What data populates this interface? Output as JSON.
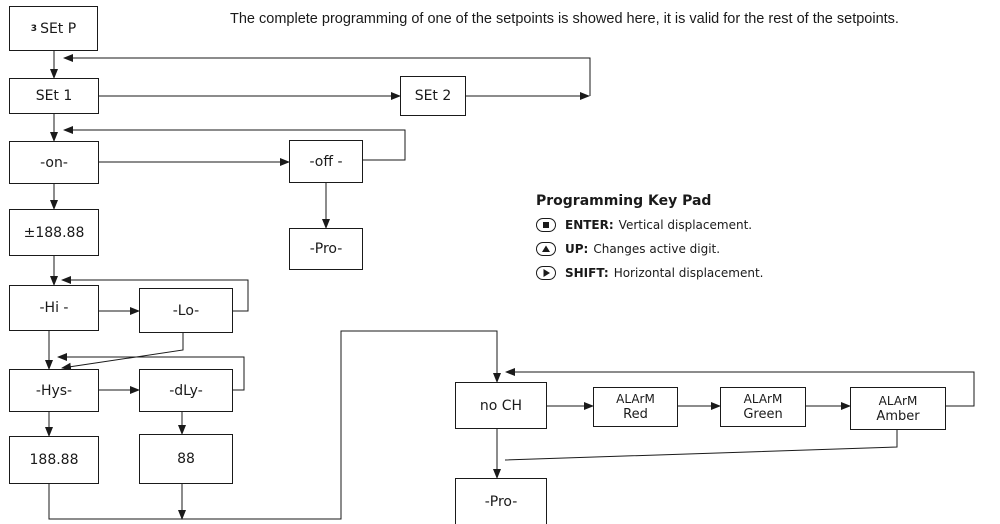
{
  "note": "The complete programming of one of the setpoints is showed here, it is valid for the rest of the setpoints.",
  "boxes": {
    "set_p": {
      "num": "3",
      "label": "SEt P"
    },
    "set1": "SEt 1",
    "set2": "SEt 2",
    "on": "-on-",
    "off": "-off -",
    "pro_off": "-Pro-",
    "value": "±188.88",
    "hi": "-Hi -",
    "lo": "-Lo-",
    "hys": "-Hys-",
    "dly": "-dLy-",
    "hys_value": "188.88",
    "dly_value": "88",
    "no_ch": "no CH",
    "alarm_red": {
      "top": "ALArM",
      "bottom": "Red"
    },
    "alarm_green": {
      "top": "ALArM",
      "bottom": "Green"
    },
    "alarm_amber": {
      "top": "ALArM",
      "bottom": "Amber"
    },
    "pro_end": "-Pro-"
  },
  "keypad": {
    "title": "Programming Key Pad",
    "enter": {
      "icon": "enter-key-icon",
      "name": "ENTER:",
      "desc": "Vertical displacement."
    },
    "up": {
      "icon": "up-key-icon",
      "name": "UP:",
      "desc": "Changes active digit."
    },
    "shift": {
      "icon": "shift-key-icon",
      "name": "SHIFT:",
      "desc": "Horizontal displacement."
    }
  }
}
